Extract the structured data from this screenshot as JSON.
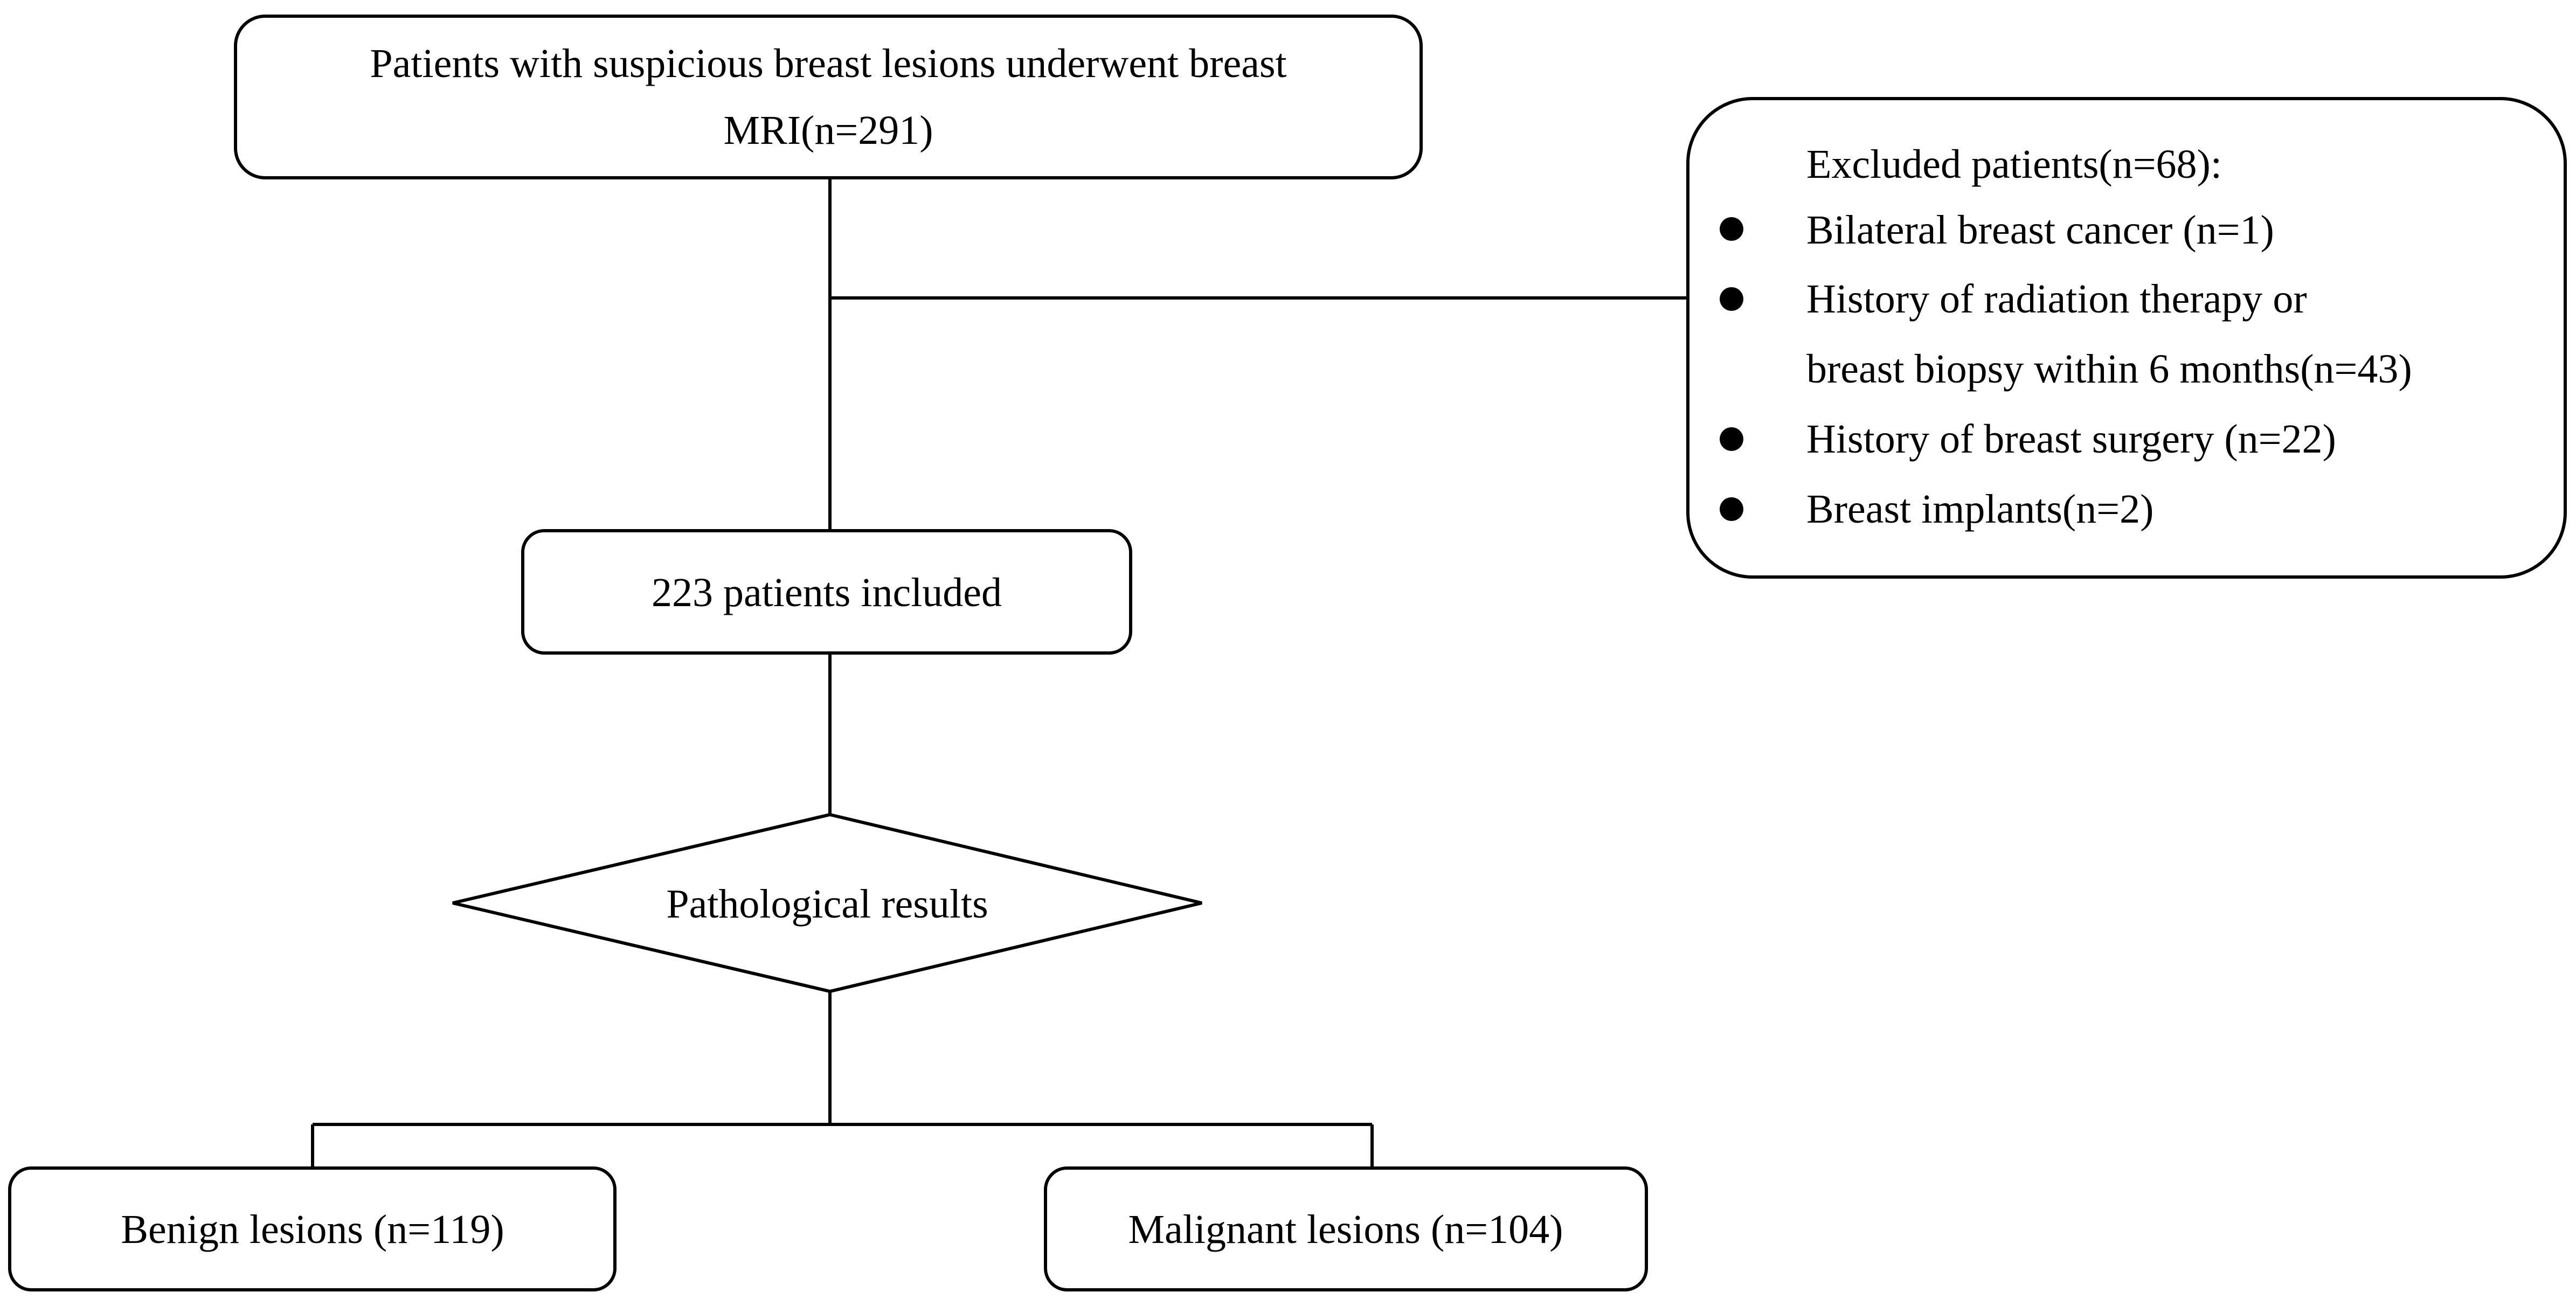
{
  "flowchart": {
    "start": {
      "line1": "Patients with suspicious breast lesions underwent breast",
      "line2": "MRI(n=291)"
    },
    "excluded": {
      "title": "Excluded patients(n=68):",
      "items": [
        {
          "line1": "Bilateral breast cancer (n=1)"
        },
        {
          "line1": "History of radiation therapy or",
          "line2": "breast biopsy within 6 months(n=43)"
        },
        {
          "line1": "History of breast surgery (n=22)"
        },
        {
          "line1": "Breast implants(n=2)"
        }
      ]
    },
    "included": "223 patients included",
    "decision": "Pathological results",
    "benign": "Benign lesions (n=119)",
    "malignant": "Malignant lesions (n=104)"
  }
}
